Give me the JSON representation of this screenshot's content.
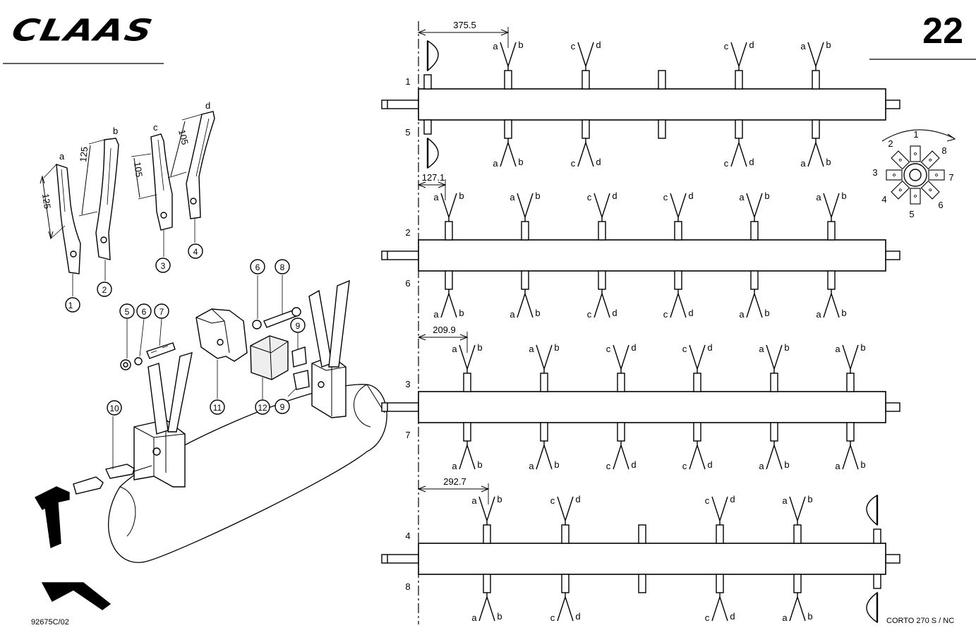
{
  "header": {
    "brand": "CLAAS",
    "page_number": "22"
  },
  "footer": {
    "drawing_code": "92675C/02",
    "machine_model": "CORTO 270 S / NC"
  },
  "knives": [
    {
      "callout": "1",
      "letter": "a",
      "length": "125"
    },
    {
      "callout": "2",
      "letter": "b",
      "length": "125"
    },
    {
      "callout": "3",
      "letter": "c",
      "length": "105"
    },
    {
      "callout": "4",
      "letter": "d",
      "length": "105"
    }
  ],
  "assembly_callouts": [
    "5",
    "6",
    "7",
    "6",
    "8",
    "9",
    "9",
    "10",
    "11",
    "12"
  ],
  "rotors": [
    {
      "upper": "1",
      "lower": "5",
      "offset": "375.5",
      "top_pairs": [
        [
          "a",
          "b"
        ],
        [
          "c",
          "d"
        ],
        [
          "",
          ""
        ],
        [
          "c",
          "d"
        ],
        [
          "a",
          "b"
        ]
      ],
      "bottom_pairs": [
        [
          "a",
          "b"
        ],
        [
          "c",
          "d"
        ],
        [
          "",
          ""
        ],
        [
          "c",
          "d"
        ],
        [
          "a",
          "b"
        ]
      ]
    },
    {
      "upper": "2",
      "lower": "6",
      "offset": "127.1",
      "top_pairs": [
        [
          "a",
          "b"
        ],
        [
          "a",
          "b"
        ],
        [
          "c",
          "d"
        ],
        [
          "c",
          "d"
        ],
        [
          "a",
          "b"
        ],
        [
          "a",
          "b"
        ]
      ],
      "bottom_pairs": [
        [
          "a",
          "b"
        ],
        [
          "a",
          "b"
        ],
        [
          "c",
          "d"
        ],
        [
          "c",
          "d"
        ],
        [
          "a",
          "b"
        ],
        [
          "a",
          "b"
        ]
      ]
    },
    {
      "upper": "3",
      "lower": "7",
      "offset": "209.9",
      "top_pairs": [
        [
          "a",
          "b"
        ],
        [
          "a",
          "b"
        ],
        [
          "c",
          "d"
        ],
        [
          "c",
          "d"
        ],
        [
          "a",
          "b"
        ],
        [
          "a",
          "b"
        ]
      ],
      "bottom_pairs": [
        [
          "a",
          "b"
        ],
        [
          "a",
          "b"
        ],
        [
          "c",
          "d"
        ],
        [
          "c",
          "d"
        ],
        [
          "a",
          "b"
        ],
        [
          "a",
          "b"
        ]
      ]
    },
    {
      "upper": "4",
      "lower": "8",
      "offset": "292.7",
      "top_pairs": [
        [
          "a",
          "b"
        ],
        [
          "c",
          "d"
        ],
        [
          "",
          ""
        ],
        [
          "c",
          "d"
        ],
        [
          "a",
          "b"
        ]
      ],
      "bottom_pairs": [
        [
          "a",
          "b"
        ],
        [
          "c",
          "d"
        ],
        [
          "",
          ""
        ],
        [
          "c",
          "d"
        ],
        [
          "a",
          "b"
        ]
      ]
    }
  ],
  "rotation_positions": [
    "1",
    "2",
    "3",
    "4",
    "5",
    "6",
    "7",
    "8"
  ]
}
